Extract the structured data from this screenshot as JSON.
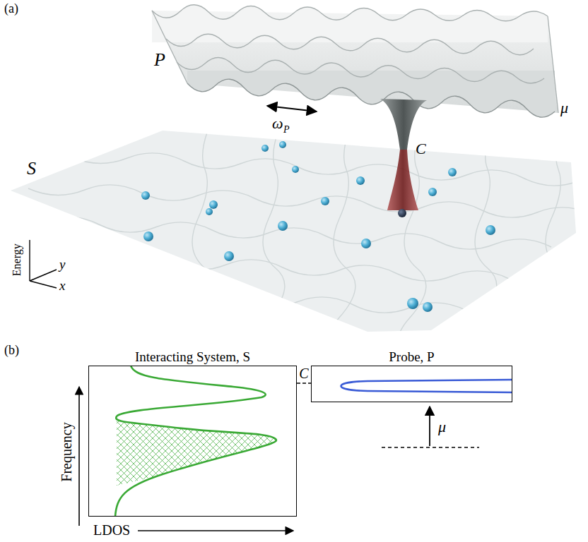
{
  "diagram": {
    "nodes": [
      {
        "text": [
          "Interacting System, S"
        ]
      },
      {
        "text": [
          "Probe, P"
        ]
      }
    ],
    "edges": [
      {
        "from": 0,
        "to": 1,
        "arrow": "none",
        "label": "C"
      }
    ],
    "labels": [
      "(a)",
      "P",
      "ω",
      "P",
      "μ",
      "C",
      "S",
      "Energy",
      "y",
      "x",
      "(b)",
      "Frequency",
      "LDOS",
      "μ"
    ]
  }
}
